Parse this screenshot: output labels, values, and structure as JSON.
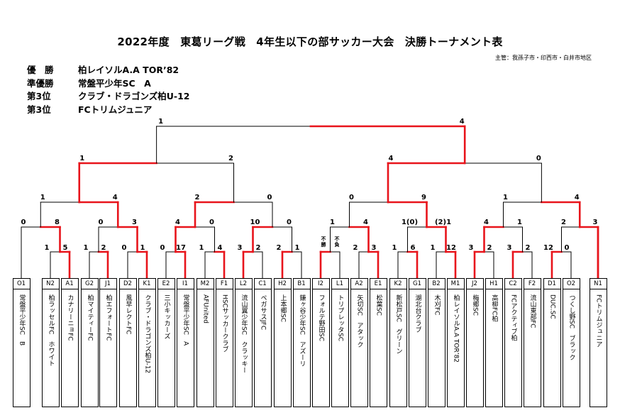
{
  "title": "2022年度　東葛リーグ戦　4年生以下の部サッカー大会　決勝トーナメント表",
  "organizer": "主管：我孫子市・印西市・白井市地区",
  "results": [
    {
      "label": "優　勝",
      "team": "柏レイソルA.A TOR’82"
    },
    {
      "label": "準優勝",
      "team": "常盤平少年SC　A"
    },
    {
      "label": "第3位",
      "team": "クラブ・ドラゴンズ柏U-12"
    },
    {
      "label": "第3位",
      "team": "FCトリムジュニア"
    }
  ],
  "teams": [
    {
      "code": "O1",
      "name": "常盤平少年SC　B"
    },
    {
      "code": "N2",
      "name": "柏ラッセルFC　ホワイト"
    },
    {
      "code": "A1",
      "name": "カナリーニョFC"
    },
    {
      "code": "G2",
      "name": "柏マイティーFC"
    },
    {
      "code": "J1",
      "name": "柏エフォートFC"
    },
    {
      "code": "D2",
      "name": "風早レクトFC"
    },
    {
      "code": "K1",
      "name": "クラブ・ドラゴンズ柏U-12"
    },
    {
      "code": "E2",
      "name": "三小キッカーズ"
    },
    {
      "code": "I1",
      "name": "常盤平少年SC　A"
    },
    {
      "code": "M2",
      "name": "AFUnited"
    },
    {
      "code": "F1",
      "name": "HSCサッカークラブ"
    },
    {
      "code": "L2",
      "name": "流山翼少年SC　クラッキー"
    },
    {
      "code": "C1",
      "name": "ペガサスJFC"
    },
    {
      "code": "H2",
      "name": "上本郷SC"
    },
    {
      "code": "B1",
      "name": "鎌ヶ谷少年SC　アズーリ"
    },
    {
      "code": "I2",
      "name": "フォルテ野田SC"
    },
    {
      "code": "L1",
      "name": "トリプレッタSC"
    },
    {
      "code": "A2",
      "name": "矢切SC　アタック"
    },
    {
      "code": "E1",
      "name": "松葉SC"
    },
    {
      "code": "K2",
      "name": "新松戸SC　グリーン"
    },
    {
      "code": "G1",
      "name": "湖北台クラブ"
    },
    {
      "code": "B2",
      "name": "木刈FC"
    },
    {
      "code": "M1",
      "name": "柏レイソルA.A TOR’82"
    },
    {
      "code": "J2",
      "name": "梅郷SC"
    },
    {
      "code": "H1",
      "name": "高柳FC柏"
    },
    {
      "code": "C2",
      "name": "FCアクティブ柏"
    },
    {
      "code": "F2",
      "name": "流山東部FC"
    },
    {
      "code": "D1",
      "name": "DUC.SC"
    },
    {
      "code": "O2",
      "name": "つくし野SC　ブラック"
    },
    {
      "code": "N1",
      "name": "FCトリムジュニア"
    }
  ],
  "scores": {
    "r1": [
      "1",
      "5",
      "1",
      "2",
      "0",
      "1",
      "0",
      "17",
      "1",
      "4",
      "3",
      "2",
      "2",
      "1",
      "不勝",
      "不負",
      "2",
      "3",
      "1",
      "6",
      "1",
      "12",
      "3",
      "2",
      "3",
      "2",
      "12",
      "0"
    ],
    "r2": [
      "0",
      "8",
      "0",
      "3",
      "4",
      "0",
      "10",
      "0",
      "1",
      "4",
      "1(0)",
      "(2)1",
      "4",
      "1",
      "2",
      "3"
    ],
    "qf": [
      "1",
      "4",
      "2",
      "0",
      "0",
      "9",
      "1",
      "4"
    ],
    "sf": [
      "1",
      "2",
      "4",
      "0"
    ],
    "final": [
      "1",
      "4"
    ]
  },
  "colors": {
    "win": "#e8141b",
    "line": "#000000"
  }
}
